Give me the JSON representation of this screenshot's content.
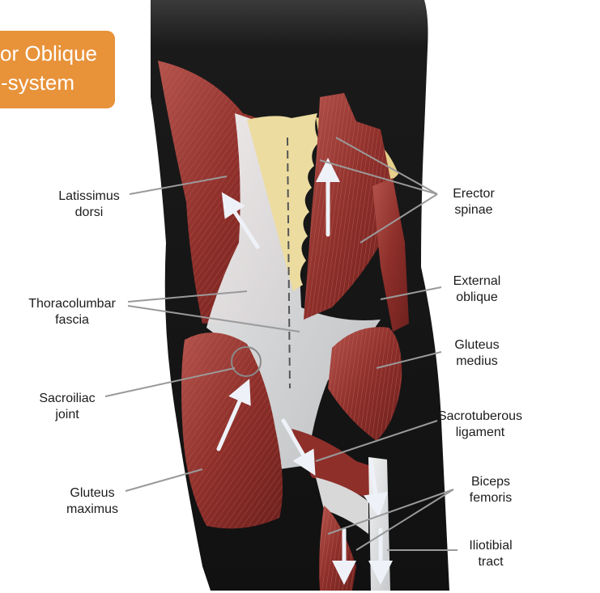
{
  "title": {
    "line1": "rior Oblique",
    "line2": "b-system"
  },
  "labels": {
    "latissimus_dorsi": [
      "Latissimus",
      "dorsi"
    ],
    "thoracolumbar_fascia": [
      "Thoracolumbar",
      "fascia"
    ],
    "sacroiliac_joint": [
      "Sacroiliac",
      "joint"
    ],
    "gluteus_maximus": [
      "Gluteus",
      "maximus"
    ],
    "erector_spinae": [
      "Erector",
      "spinae"
    ],
    "external_oblique": [
      "External",
      "oblique"
    ],
    "gluteus_medius": [
      "Gluteus",
      "medius"
    ],
    "sacrotuberous_ligament": [
      "Sacrotuberous",
      "ligament"
    ],
    "biceps_femoris": [
      "Biceps",
      "femoris"
    ],
    "iliotibial_tract": [
      "Iliotibial",
      "tract"
    ]
  },
  "colors": {
    "title_bg": "#e8923a",
    "body_silhouette": "#1a1a1a",
    "muscle": "#8e2f2a",
    "muscle_highlight": "#c0605a",
    "fascia": "#dcdcdc",
    "bone": "#ecdca0",
    "arrow": "#eef2f8",
    "leader_line": "#9a9a9a"
  }
}
